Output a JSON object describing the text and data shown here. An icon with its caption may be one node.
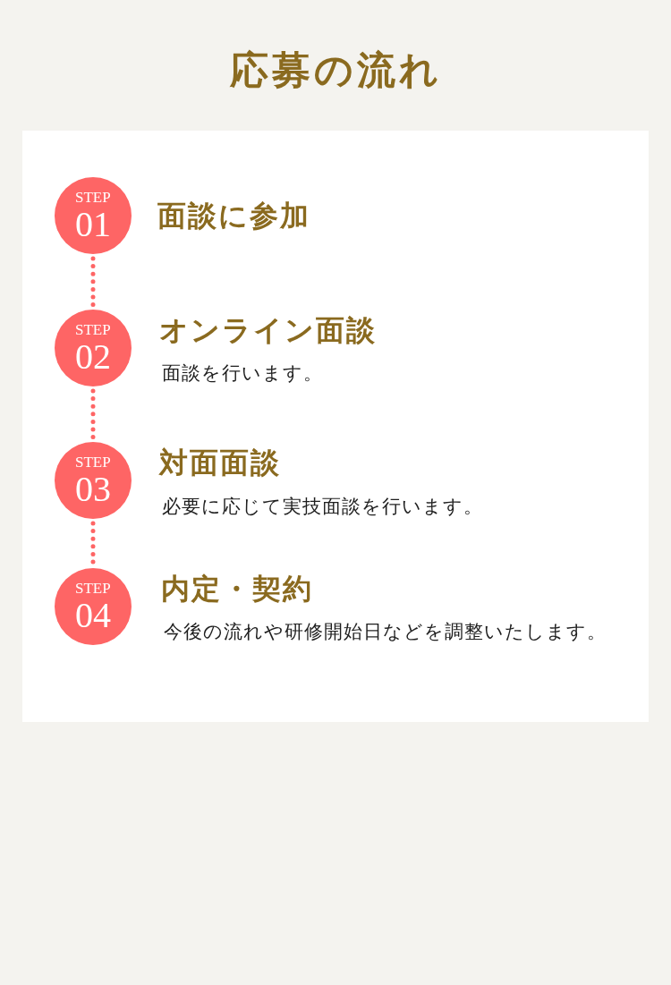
{
  "diagram": {
    "title": "応募の流れ",
    "nodes": [
      {
        "text": [
          "STEP",
          "01"
        ],
        "beside": [
          "面談に参加"
        ]
      },
      {
        "text": [
          "STEP",
          "02"
        ],
        "beside": [
          "オンライン面談",
          "面談を行います。"
        ]
      },
      {
        "text": [
          "STEP",
          "03"
        ],
        "beside": [
          "対面面談",
          "必要に応じて実技面談を行います。"
        ]
      },
      {
        "text": [
          "STEP",
          "04"
        ],
        "beside": [
          "内定・契約",
          "今後の流れや研修開始日などを調整いたします。"
        ]
      }
    ],
    "edges": [
      {
        "from": 0,
        "to": 1,
        "arrow": "none"
      },
      {
        "from": 1,
        "to": 2,
        "arrow": "none"
      },
      {
        "from": 2,
        "to": 3,
        "arrow": "none"
      }
    ]
  }
}
